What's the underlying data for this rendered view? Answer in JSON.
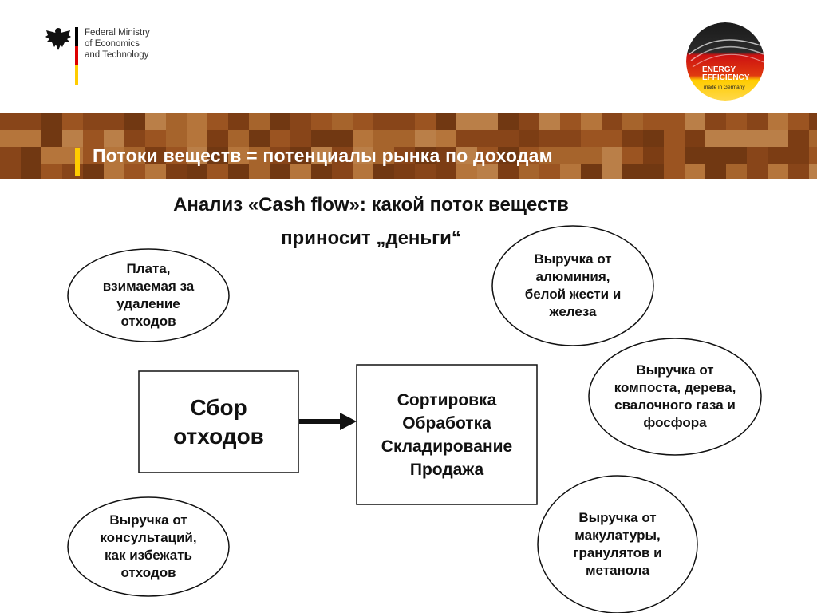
{
  "header": {
    "ministry_name": "Federal Ministry\nof Economics\nand Technology",
    "logo_line1": "ENERGY",
    "logo_line2": "EFFICIENCY",
    "logo_line3": "made in Germany"
  },
  "title": "Потоки веществ = потенциалы рынка по доходам",
  "subtitle": {
    "line1": "Анализ «Cash flow»: какой поток веществ",
    "line2": "приносит „деньги“"
  },
  "nodes": {
    "collection": "Сбор\nотходов",
    "processing": "Сортировка\nОбработка\nСкладирование\nПродажа",
    "fee": "Плата,\nвзимаемая за\nудаление\nотходов",
    "consulting": "Выручка от\nконсультаций,\nкак избежать\nотходов",
    "metals": "Выручка от\nалюминия,\nбелой жести и\nжелеза",
    "compost": "Выручка от\nкомпоста, дерева,\nсвалочного газа и\nфосфора",
    "paper": "Выручка  от\nмакулатуры,\nгранулятов и\nметанола"
  },
  "colors": {
    "band_dark": "#7a3d16",
    "band_mid": "#b5652a",
    "band_light": "#d9924e",
    "accent_yellow": "#ffcc00",
    "flag_black": "#000000",
    "flag_red": "#dd0000",
    "flag_gold": "#ffcc00"
  },
  "icons": [
    "federal-eagle-icon",
    "energy-efficiency-logo-icon",
    "arrow-right-icon"
  ]
}
